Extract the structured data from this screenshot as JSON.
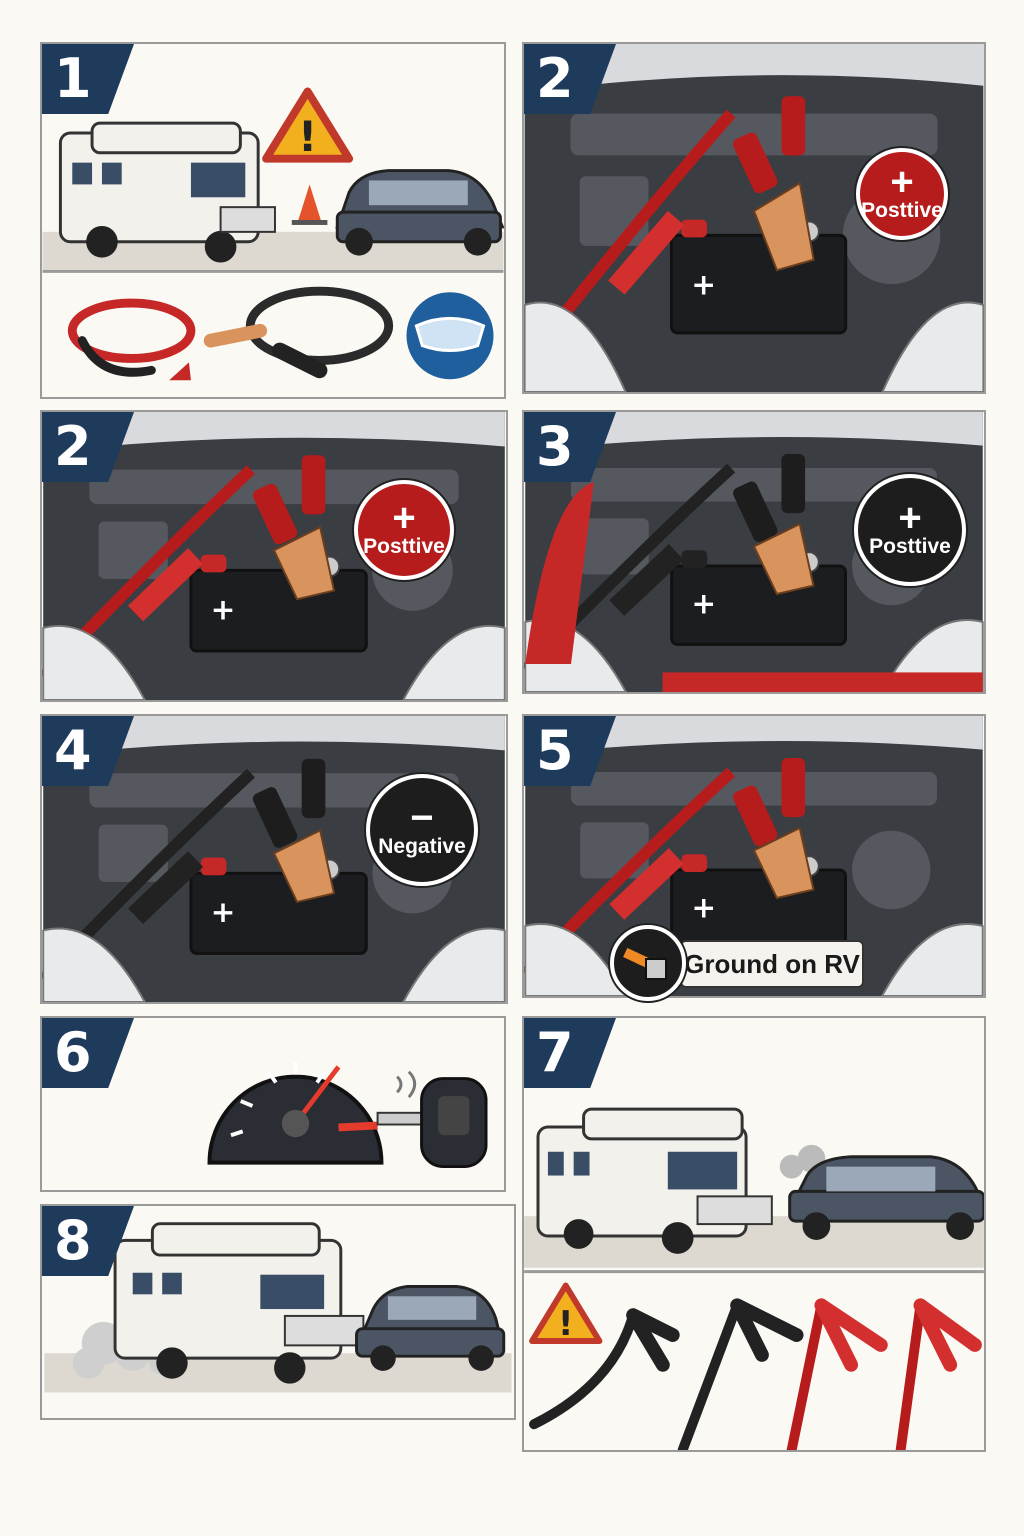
{
  "steps": [
    {
      "id": "p1",
      "number": "1",
      "scene": "vehicles-hazard"
    },
    {
      "id": "p2a",
      "number": "2",
      "scene": "engine-positive",
      "callout": {
        "symbol": "+",
        "label": "Posttive",
        "color": "#b71c1c"
      }
    },
    {
      "id": "p2b",
      "number": "2",
      "scene": "engine-positive",
      "callout": {
        "symbol": "+",
        "label": "Posttive",
        "color": "#b71c1c"
      }
    },
    {
      "id": "p3",
      "number": "3",
      "scene": "engine-positive-donor",
      "callout": {
        "symbol": "+",
        "label": "Posttive",
        "color": "#1d1d1d"
      }
    },
    {
      "id": "p4",
      "number": "4",
      "scene": "engine-negative",
      "callout": {
        "symbol": "−",
        "label": "Negative",
        "color": "#1d1d1d"
      }
    },
    {
      "id": "p5",
      "number": "5",
      "scene": "engine-ground",
      "ground_label": "Ground on RV"
    },
    {
      "id": "p6",
      "number": "6",
      "scene": "gauge-key"
    },
    {
      "id": "p7",
      "number": "7",
      "scene": "vehicles-running"
    },
    {
      "id": "p8",
      "number": "8",
      "scene": "vehicles-driving"
    }
  ],
  "icons": [
    "warning-triangle-icon",
    "safety-goggles-icon",
    "traffic-cone-icon",
    "jumper-cables-icon",
    "ignition-key-icon",
    "gauge-icon",
    "ground-clamp-icon"
  ],
  "colors": {
    "step_badge": "#1f3b5c",
    "positive": "#b71c1c",
    "negative": "#1d1d1d",
    "warning": "#f2b01e",
    "copper": "#d9935c"
  }
}
